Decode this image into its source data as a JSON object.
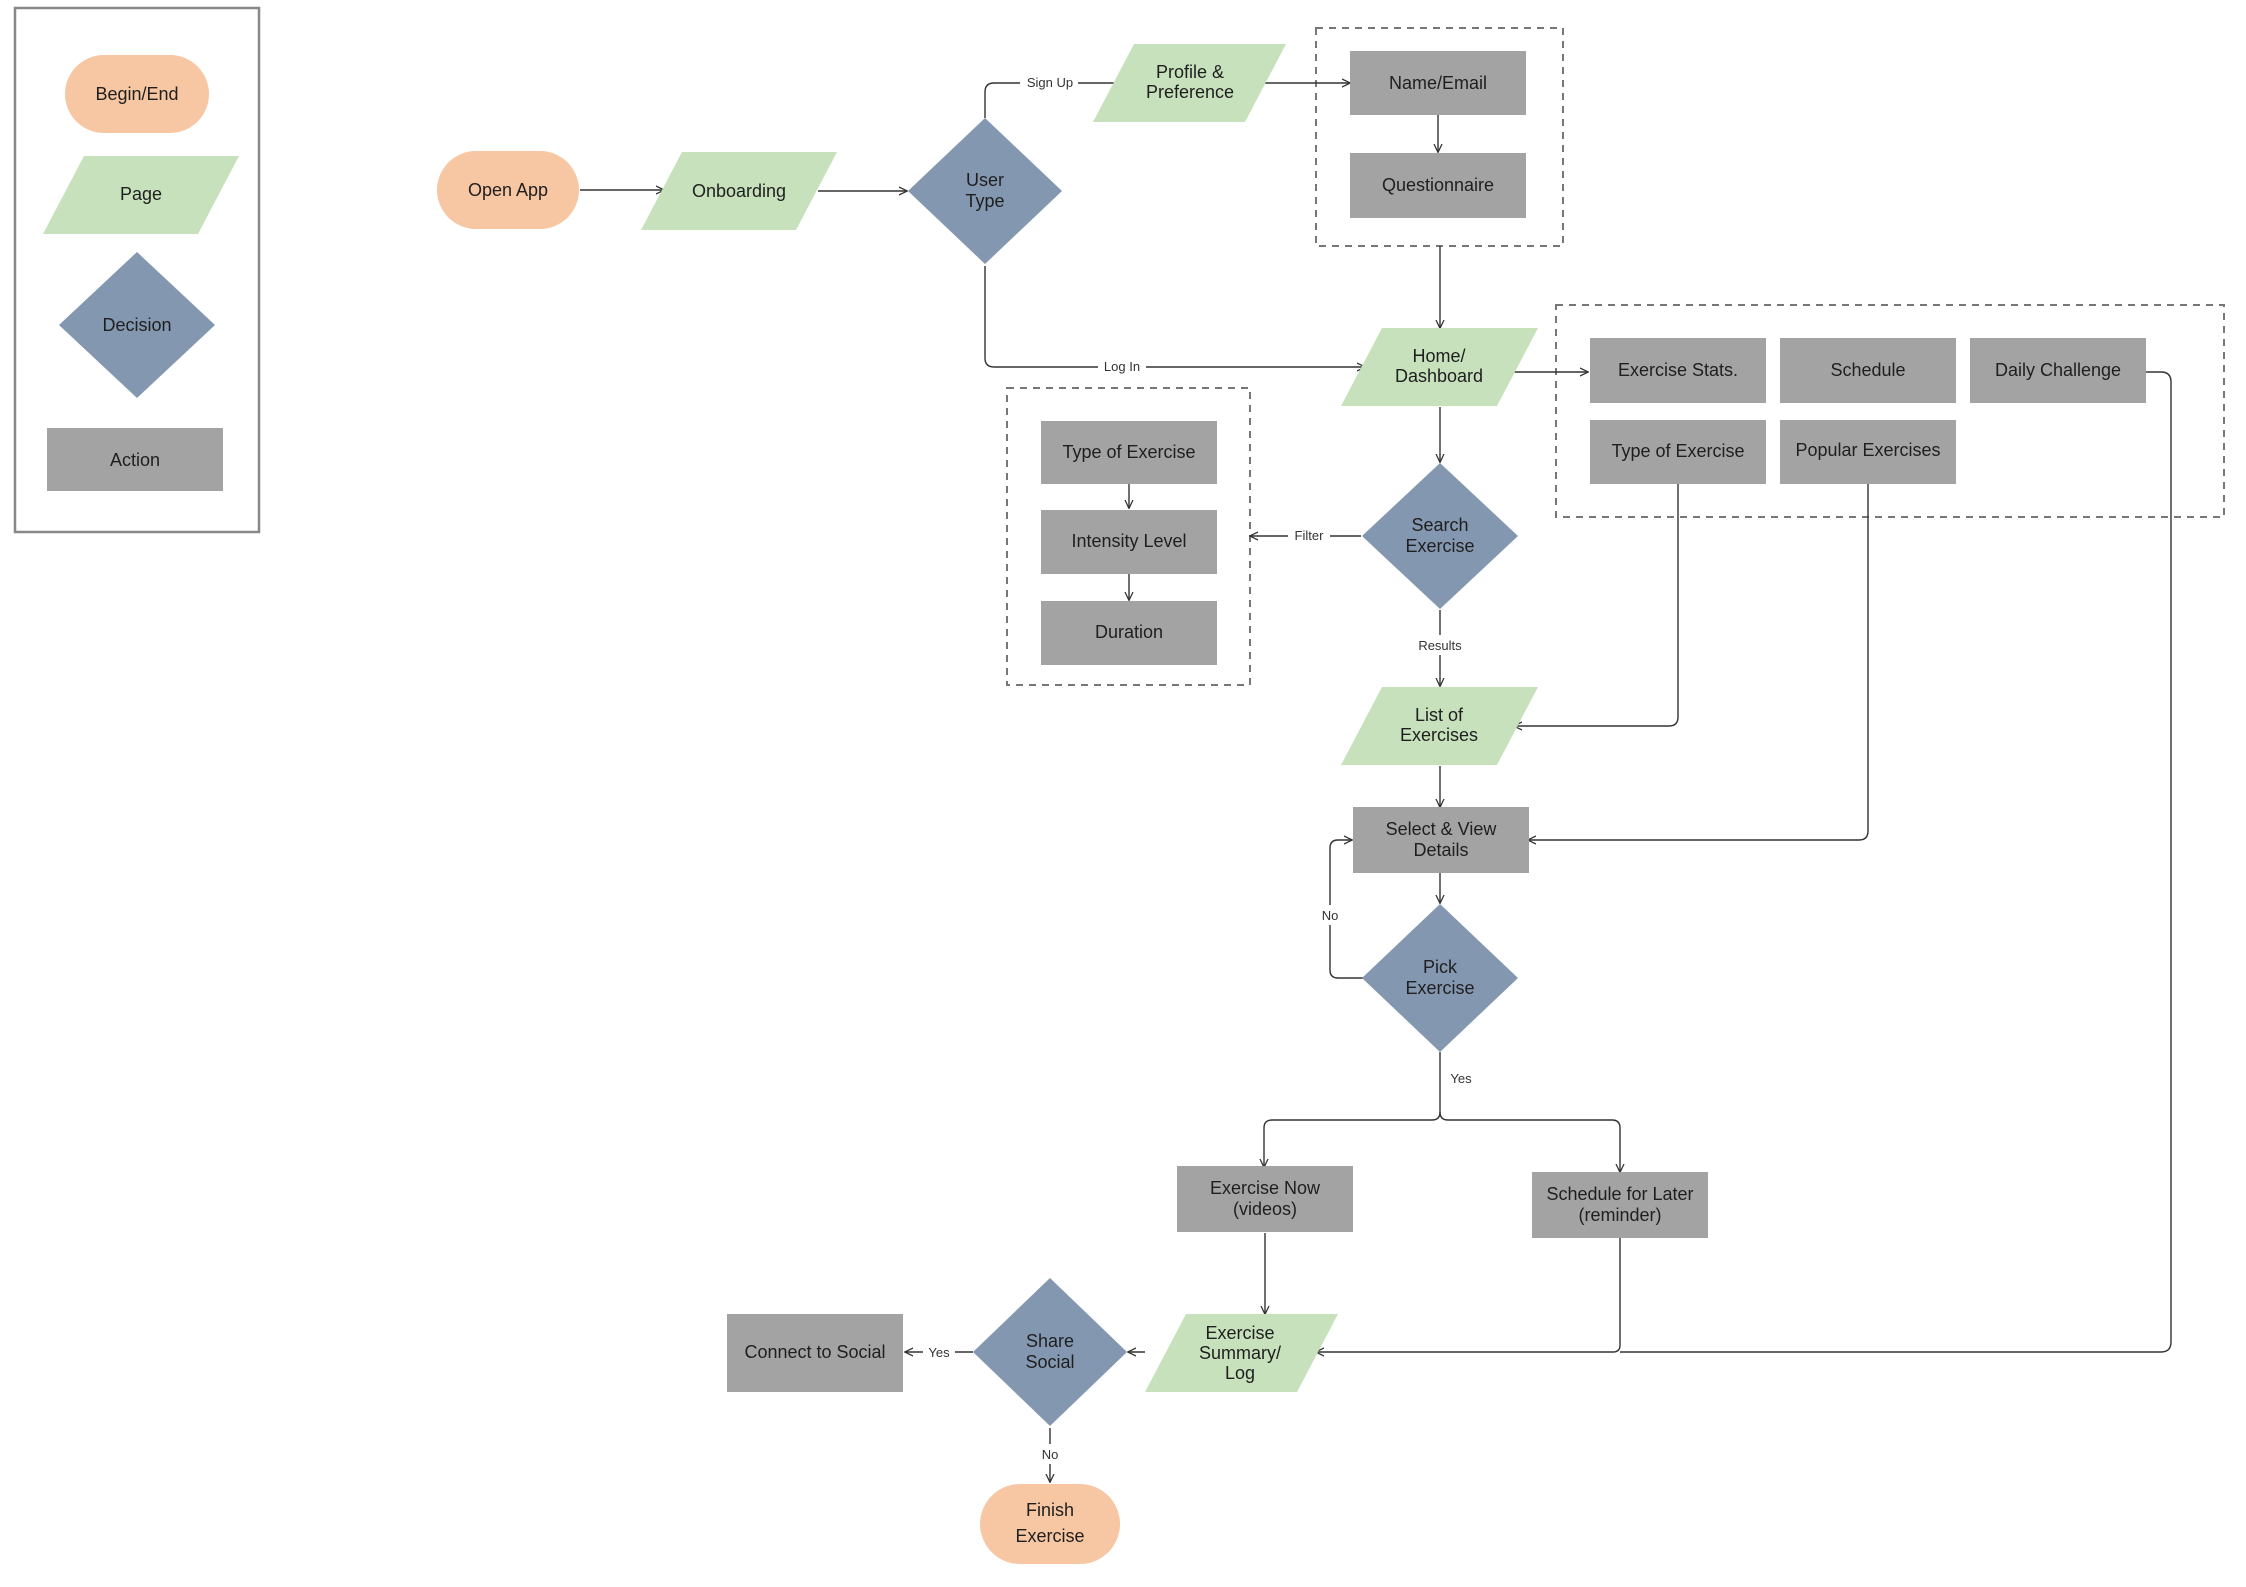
{
  "colors": {
    "begin_end": "#f7c6a3",
    "page": "#c6e1bb",
    "decision": "#8497b0",
    "action": "#a3a3a3",
    "line": "#333333"
  },
  "legend": {
    "begin_end": "Begin/End",
    "page": "Page",
    "decision": "Decision",
    "action": "Action"
  },
  "nodes": {
    "open_app": "Open App",
    "onboarding": "Onboarding",
    "user_type": [
      "User",
      "Type"
    ],
    "profile_preference": [
      "Profile &",
      "Preference"
    ],
    "name_email": "Name/Email",
    "questionnaire": "Questionnaire",
    "home_dashboard": [
      "Home/",
      "Dashboard"
    ],
    "exercise_stats": "Exercise Stats.",
    "schedule": "Schedule",
    "daily_challenge": "Daily Challenge",
    "dash_type_of_exercise": "Type of Exercise",
    "popular_exercises": "Popular Exercises",
    "filter_type_of_exercise": "Type of Exercise",
    "intensity_level": "Intensity Level",
    "duration": "Duration",
    "search_exercise": [
      "Search",
      "Exercise"
    ],
    "list_of_exercises": [
      "List of",
      "Exercises"
    ],
    "select_view_details": [
      "Select & View",
      "Details"
    ],
    "pick_exercise": [
      "Pick",
      "Exercise"
    ],
    "exercise_now": [
      "Exercise Now",
      "(videos)"
    ],
    "schedule_for_later": [
      "Schedule for Later",
      "(reminder)"
    ],
    "exercise_summary": [
      "Exercise",
      "Summary/",
      "Log"
    ],
    "share_social": [
      "Share",
      "Social"
    ],
    "connect_to_social": "Connect to Social",
    "finish_exercise": [
      "Finish",
      "Exercise"
    ]
  },
  "edge_labels": {
    "sign_up": "Sign Up",
    "log_in": "Log In",
    "filter": "Filter",
    "results": "Results",
    "no_pick": "No",
    "yes_pick": "Yes",
    "yes_share": "Yes",
    "no_share": "No"
  }
}
